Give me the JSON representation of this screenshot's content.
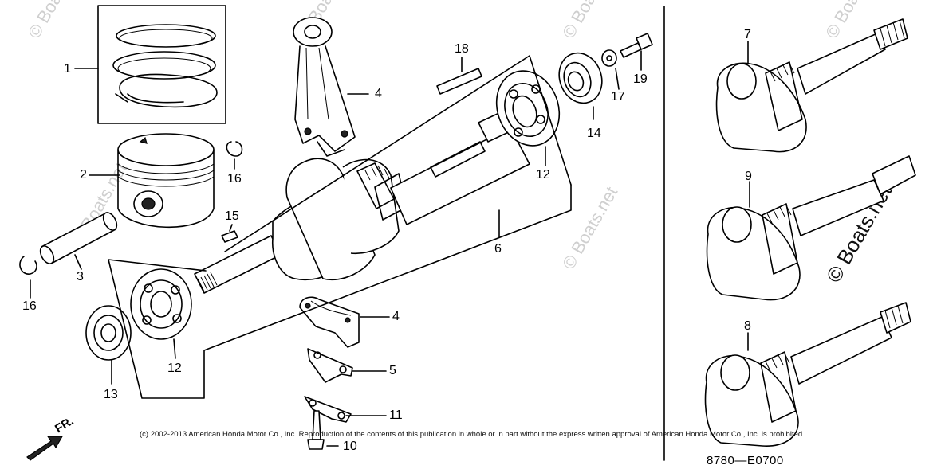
{
  "watermark": {
    "text": "© Boats.net"
  },
  "copyright": "(c) 2002-2013 American Honda Motor Co., Inc. Reproduction of the contents of this publication in whole or in part without the express written approval of American Honda Motor Co., Inc. is prohibited.",
  "diagram_code": "8780—E0700",
  "direction_label": "FR.",
  "callouts": {
    "p1": "1",
    "p2": "2",
    "p3": "3",
    "p4a": "4",
    "p4b": "4",
    "p5": "5",
    "p6": "6",
    "p7": "7",
    "p8": "8",
    "p9": "9",
    "p10": "10",
    "p11": "11",
    "p12a": "12",
    "p12b": "12",
    "p13": "13",
    "p14": "14",
    "p15": "15",
    "p16a": "16",
    "p16b": "16",
    "p17": "17",
    "p18": "18",
    "p19": "19"
  }
}
